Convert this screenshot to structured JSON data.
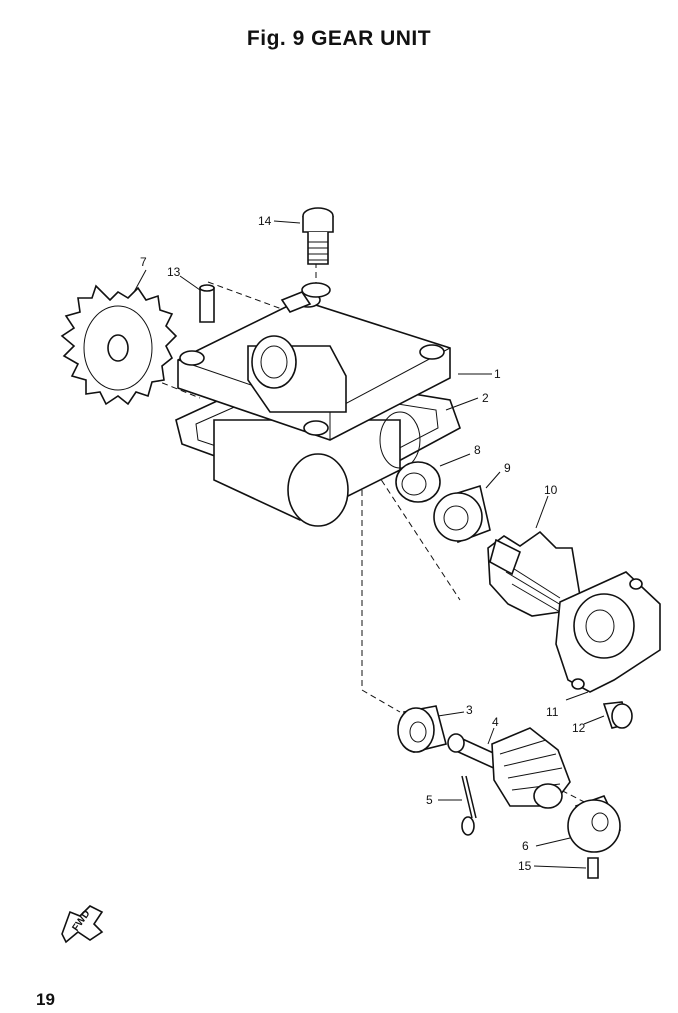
{
  "figure": {
    "title": "Fig. 9 GEAR UNIT",
    "page_number": "19",
    "fwd_label": "FWD"
  },
  "callouts": [
    {
      "num": "1"
    },
    {
      "num": "2"
    },
    {
      "num": "3"
    },
    {
      "num": "4"
    },
    {
      "num": "5"
    },
    {
      "num": "6"
    },
    {
      "num": "7"
    },
    {
      "num": "8"
    },
    {
      "num": "9"
    },
    {
      "num": "10"
    },
    {
      "num": "11"
    },
    {
      "num": "12"
    },
    {
      "num": "13"
    },
    {
      "num": "14"
    },
    {
      "num": "15"
    }
  ]
}
